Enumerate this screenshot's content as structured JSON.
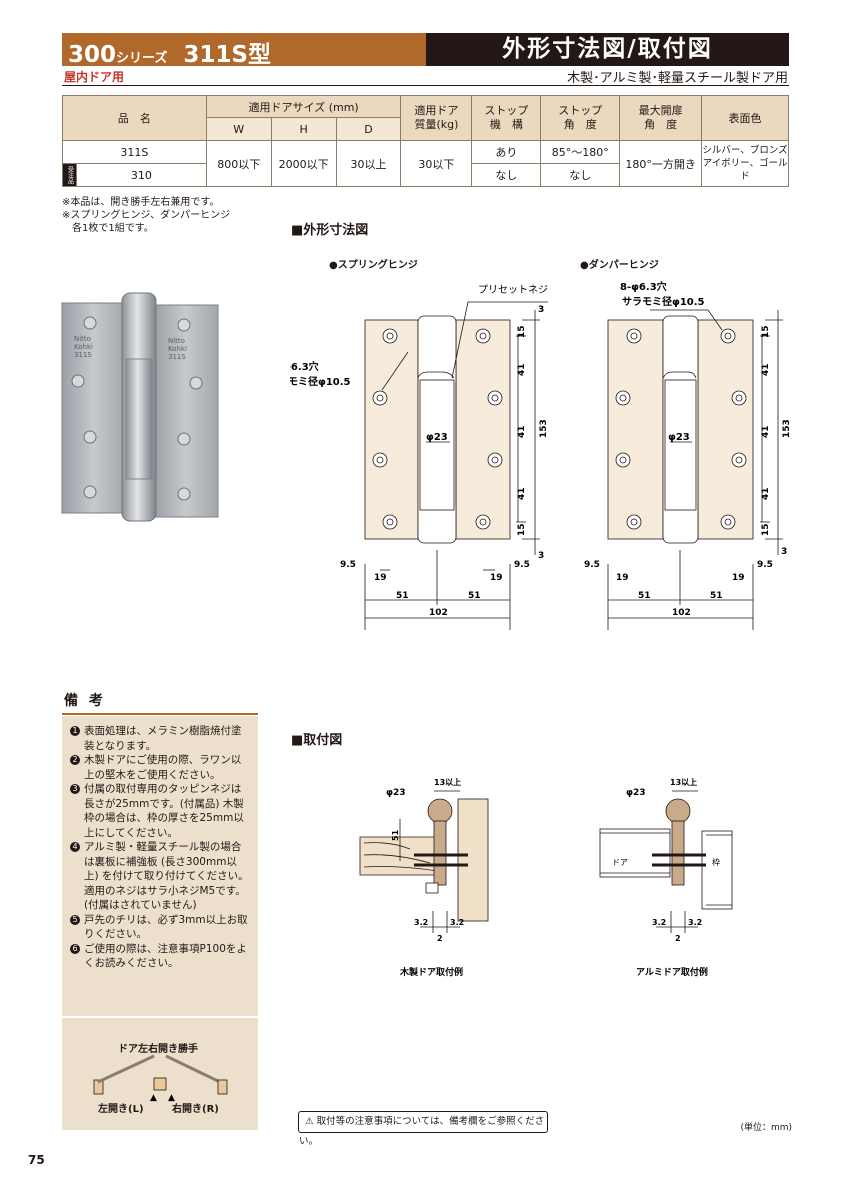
{
  "header": {
    "series": "300",
    "series_suffix": "シリーズ",
    "model": "311S型",
    "section_title": "外形寸法図/取付図",
    "subtitle_left": "屋内ドア用",
    "subtitle_right": "木製･アルミ製･軽量スチール製ドア用"
  },
  "spec_table": {
    "headers": {
      "product": "品　名",
      "door_size": "適用ドアサイズ (mm)",
      "w": "W",
      "h": "H",
      "d": "D",
      "weight": "適用ドア\n質量(kg)",
      "stop_mech": "ストップ\n機　構",
      "stop_angle": "ストップ\n角　度",
      "max_open": "最大開扉\n角　度",
      "color": "表面色"
    },
    "side_label": "受注品",
    "rows": [
      {
        "name": "311S",
        "stop_mech": "あり",
        "stop_angle": "85°～180°"
      },
      {
        "name": "310",
        "stop_mech": "なし",
        "stop_angle": "なし"
      }
    ],
    "w": "800以下",
    "h": "2000以下",
    "d": "30以上",
    "weight": "30以下",
    "max_open": "180°一方開き",
    "color_line1": "シルバー、ブロンズ",
    "color_line2": "アイボリー、ゴールド"
  },
  "notes": [
    "※本品は、開き勝手左右兼用です。",
    "※スプリングヒンジ、ダンパーヒンジ",
    "　各1枚で1組です。"
  ],
  "product_photo": {
    "stamp_line1": "Nitto",
    "stamp_line2": "Kohki",
    "stamp_line3": "311S"
  },
  "dimension_section": {
    "title": "■外形寸法図",
    "spring_label": "●スプリングヒンジ",
    "damper_label": "●ダンパーヒンジ",
    "preset_screw": "プリセットネジ",
    "hole_line1": "8-φ6.3穴",
    "hole_line2": "サラモミ径φ10.5",
    "dia": "φ23",
    "dims": {
      "top": "3",
      "d15": "15",
      "d41": "41",
      "d153": "153",
      "d95": "9.5",
      "d19": "19",
      "d51": "51",
      "d102": "102"
    }
  },
  "remarks": {
    "title": "備 考",
    "items": [
      {
        "num": "1",
        "text": "表面処理は、メラミン樹脂焼付塗装となります。"
      },
      {
        "num": "2",
        "text": "木製ドアにご使用の際、ラワン以上の堅木をご使用ください。"
      },
      {
        "num": "3",
        "text": "付属の取付専用のタッピンネジは長さが25mmです。(付属品) 木製枠の場合は、枠の厚さを25mm以上にしてください。"
      },
      {
        "num": "4",
        "text": "アルミ製・軽量スチール製の場合は裏板に補強板 (長さ300mm以上) を付けて取り付けてください。適用のネジはサラ小ネジM5です。(付属はされていません)"
      },
      {
        "num": "5",
        "text": "戸先のチリは、必ず3mm以上お取りください。"
      },
      {
        "num": "6",
        "text": "ご使用の際は、注意事項P100をよくお読みください。"
      }
    ]
  },
  "door_direction": {
    "title": "ドア左右開き勝手",
    "left": "左開き(L)",
    "right": "右開き(R)"
  },
  "mounting_section": {
    "title": "■取付図",
    "dia": "φ23",
    "over13": "13以上",
    "d51": "51",
    "d32": "3.2",
    "d2": "2",
    "door": "ドア",
    "frame": "枠",
    "wood_caption": "木製ドア取付例",
    "alu_caption": "アルミドア取付例"
  },
  "caution": "取付等の注意事項については、備考欄をご参照ください。",
  "unit": "(単位：mm)",
  "page_number": "75",
  "colors": {
    "brand": "#b1682b",
    "dark": "#231815",
    "remark_bg": "#ece0cd",
    "table_head": "#ead9bf",
    "accent_red": "#c0392b"
  }
}
